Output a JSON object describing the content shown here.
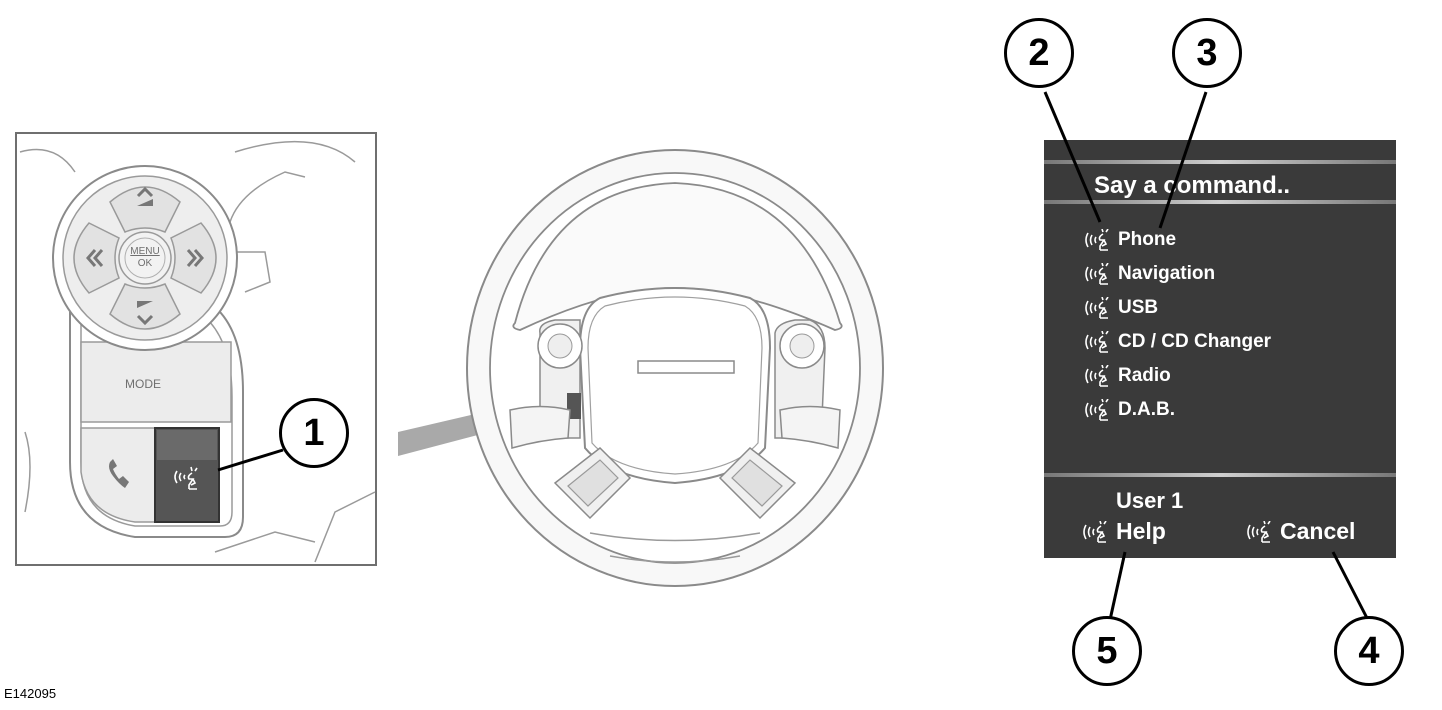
{
  "inset": {
    "menu_label": "MENU",
    "ok_label": "OK",
    "mode_label": "MODE"
  },
  "screen": {
    "title": "Say a command..",
    "commands": [
      "Phone",
      "Navigation",
      "USB",
      "CD / CD Changer",
      "Radio",
      "D.A.B."
    ],
    "user_label": "User 1",
    "help_label": "Help",
    "cancel_label": "Cancel"
  },
  "callouts": [
    "1",
    "2",
    "3",
    "4",
    "5"
  ],
  "figure_id": "E142095",
  "icons": {
    "voice": "voice-command-icon",
    "phone": "phone-icon"
  },
  "colors": {
    "screen_bg": "#3a3a3a",
    "voice_button": "#555555",
    "line_art": "#7a7a7a"
  }
}
